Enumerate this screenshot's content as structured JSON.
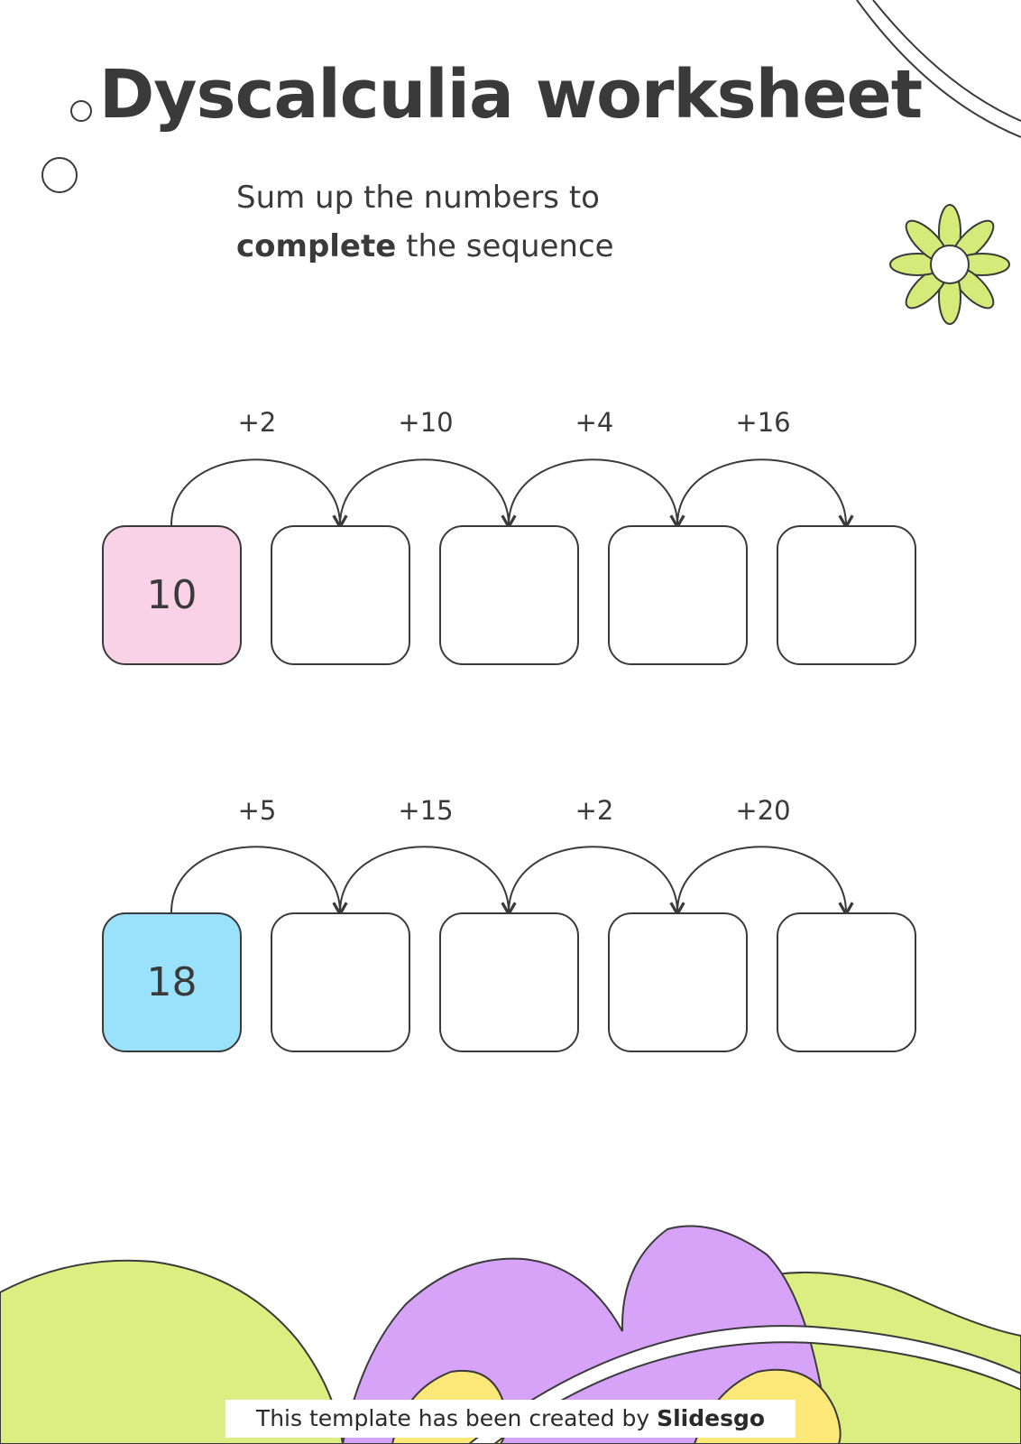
{
  "title": "Dyscalculia worksheet",
  "subtitle": {
    "line1": "Sum up the numbers to",
    "bold": "complete",
    "rest": " the sequence"
  },
  "sequences": [
    {
      "start": "10",
      "start_color": "#fad2e6",
      "steps": [
        "+2",
        "+10",
        "+4",
        "+16"
      ]
    },
    {
      "start": "18",
      "start_color": "#9ae2fb",
      "steps": [
        "+5",
        "+15",
        "+2",
        "+20"
      ]
    }
  ],
  "credit": {
    "prefix": "This template has been created by ",
    "brand": "Slidesgo"
  },
  "colors": {
    "lime": "#dcee82",
    "lime_flower": "#d6ea7a",
    "purple": "#d6a3f8",
    "yellow": "#fce878",
    "pink": "#fad2e6",
    "blue": "#9ae2fb",
    "ink": "#3a3a3a"
  }
}
